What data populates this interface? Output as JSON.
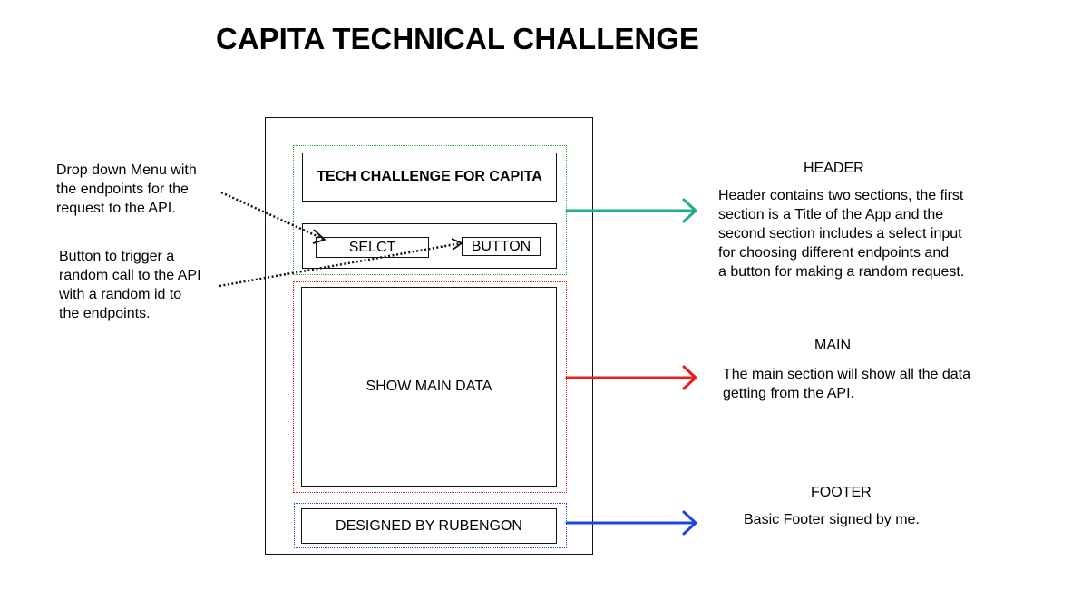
{
  "title": "CAPITA TECHNICAL CHALLENGE",
  "wireframe": {
    "app_title": "TECH CHALLENGE FOR CAPITA",
    "select_label": "SELCT",
    "button_label": "BUTTON",
    "main_label": "SHOW MAIN DATA",
    "footer_label": "DESIGNED BY RUBENGON"
  },
  "annotations": {
    "select_note": [
      "Drop down Menu with",
      "the endpoints for the",
      "request to the API."
    ],
    "button_note": [
      "Button to trigger a",
      "random call to the API",
      "with a random id to",
      "the endpoints."
    ]
  },
  "sections": {
    "header": {
      "heading": "HEADER",
      "description": [
        "Header contains two sections, the first",
        "section is a Title of the App and the",
        "second section includes a select input",
        "for choosing different endpoints and",
        "a button for making a random request."
      ]
    },
    "main": {
      "heading": "MAIN",
      "description": [
        "The main section will show all the data",
        "getting from the API."
      ]
    },
    "footer": {
      "heading": "FOOTER",
      "description": [
        "Basic Footer signed by me."
      ]
    }
  },
  "colors": {
    "header_arrow": "#1fae8c",
    "main_arrow": "#e81c1c",
    "footer_arrow": "#1a46e0",
    "header_outline": "#3aa63a",
    "main_outline": "#e02020",
    "footer_outline": "#1f4fe0"
  }
}
